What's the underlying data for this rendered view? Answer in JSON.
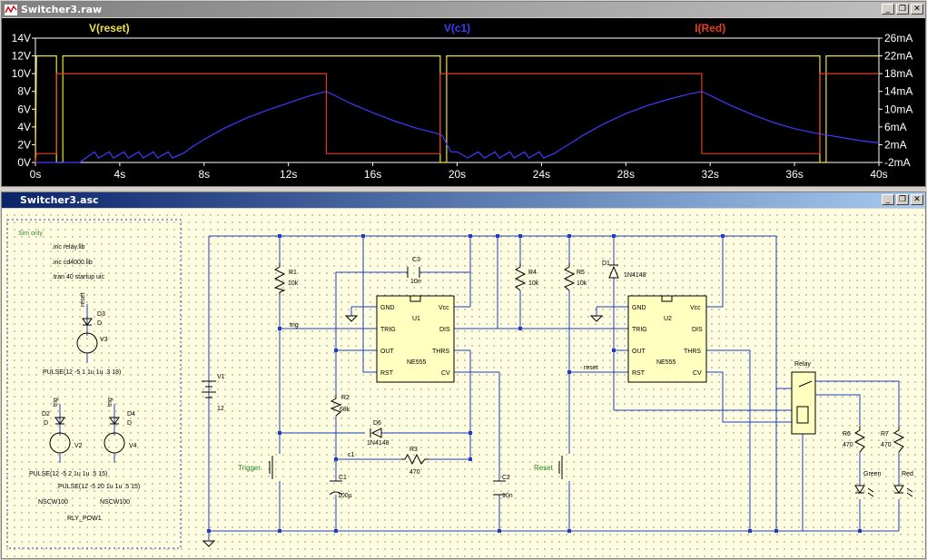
{
  "plot_window": {
    "title": "Switcher3.raw",
    "buttons": {
      "minimize": "_",
      "restore": "❐",
      "close": "✕"
    }
  },
  "schematic_window": {
    "title": "Switcher3.asc",
    "buttons": {
      "minimize": "_",
      "restore": "❐",
      "close": "✕"
    }
  },
  "colors": {
    "reset": "#f0e040",
    "c1": "#3c3cff",
    "red": "#e04020",
    "schematic_wire": "#1f3fbf",
    "component": "#000000"
  },
  "chart_data": {
    "type": "line",
    "x_ticks": [
      "0s",
      "4s",
      "8s",
      "12s",
      "16s",
      "20s",
      "24s",
      "28s",
      "32s",
      "36s",
      "40s"
    ],
    "y_left_ticks": [
      "0V",
      "2V",
      "4V",
      "6V",
      "8V",
      "10V",
      "12V",
      "14V"
    ],
    "y_right_ticks": [
      "-2mA",
      "2mA",
      "6mA",
      "10mA",
      "14mA",
      "18mA",
      "22mA",
      "26mA"
    ],
    "xlim": [
      0,
      40
    ],
    "ylim_left": [
      0,
      14
    ],
    "ylim_right": [
      -2,
      26
    ],
    "grid": false,
    "series": [
      {
        "name": "V(reset)",
        "color": "#f0e040",
        "axis": "left",
        "x": [
          0,
          0.05,
          1.0,
          1.0,
          1.3,
          1.3,
          19.2,
          19.2,
          19.5,
          19.5,
          37.2,
          37.2,
          37.5,
          37.5,
          40
        ],
        "y": [
          0,
          12,
          12,
          0,
          0,
          12,
          12,
          0,
          0,
          12,
          12,
          0,
          0,
          12,
          12
        ]
      },
      {
        "name": "V(c1)",
        "color": "#3c3cff",
        "axis": "left",
        "x": [
          0,
          2.1,
          2.8,
          3.0,
          3.5,
          3.7,
          4.2,
          4.4,
          4.9,
          5.1,
          5.6,
          5.8,
          6.3,
          6.5,
          7.0,
          7.4,
          8.0,
          9.0,
          10.0,
          11.0,
          12.0,
          13.0,
          13.8,
          15.0,
          16.0,
          17.0,
          18.0,
          19.0,
          19.3,
          19.7,
          20.0,
          20.5,
          21.0,
          21.3,
          21.8,
          22.0,
          22.5,
          22.7,
          23.2,
          23.4,
          23.9,
          24.1,
          24.6,
          25.0,
          26.0,
          27.0,
          28.0,
          29.0,
          30.0,
          31.0,
          31.6,
          33.0,
          34.0,
          35.0,
          36.0,
          37.0,
          38.0,
          39.0,
          40.0
        ],
        "y": [
          0,
          0,
          1.2,
          0.5,
          1.2,
          0.5,
          1.2,
          0.5,
          1.2,
          0.5,
          1.2,
          0.5,
          1.2,
          0.5,
          1.0,
          1.7,
          2.6,
          3.9,
          5.0,
          5.9,
          6.7,
          7.5,
          8.0,
          6.6,
          5.6,
          4.7,
          3.9,
          3.3,
          3.0,
          1.2,
          1.2,
          0.5,
          1.2,
          0.5,
          1.2,
          0.5,
          1.2,
          0.5,
          1.2,
          0.5,
          1.2,
          0.5,
          1.0,
          1.6,
          3.1,
          4.4,
          5.5,
          6.4,
          7.1,
          7.7,
          8.0,
          6.4,
          5.4,
          4.5,
          3.8,
          3.3,
          2.9,
          2.5,
          2.2
        ]
      },
      {
        "name": "I(Red)",
        "color": "#e04020",
        "axis": "right",
        "x": [
          0,
          0.05,
          1.0,
          1.0,
          13.8,
          13.8,
          19.2,
          19.2,
          31.6,
          31.6,
          37.2,
          37.2,
          40
        ],
        "y": [
          -2,
          0,
          0,
          18,
          18,
          0,
          0,
          18,
          18,
          0,
          0,
          18,
          18
        ]
      }
    ]
  },
  "schematic": {
    "directives": {
      "sim_only": "Sim only",
      "inc_relay": ".inc relay.lib",
      "inc_cd4000": ".inc cd4000.lib",
      "tran": ".tran 40 startup uic"
    },
    "sim_parts": {
      "d3": "D3",
      "d3_model": "D",
      "d3_net": "reset",
      "v3": "V3",
      "pulse_v3": "PULSE(12 -5 1 1u 1u .3 18)",
      "d2": "D2",
      "d2_model": "D",
      "d2_net": "trig",
      "v2": "V2",
      "d4": "D4",
      "d4_model": "D",
      "d4_net": "trig",
      "v4": "V4",
      "pulse_v2": "PULSE(12 -5 2 1u 1u .5 15)",
      "pulse_v4": ".PULSE(12 -5 20 1u 1u .5 15)",
      "nscw100_a": "NSCW100",
      "nscw100_b": "NSCW100",
      "rly_pow1": "RLY_POW1"
    },
    "labels": {
      "r1": "R1",
      "r1_val": "10k",
      "c3": "C3",
      "c3_val": "10n",
      "r4": "R4",
      "r4_val": "10k",
      "r5": "R5",
      "r5_val": "10k",
      "d1": "D1",
      "d1_model": "1N4148",
      "u1": "U1",
      "u2": "U2",
      "ne555_1": "NE555",
      "ne555_2": "NE555",
      "gnd1": "GND",
      "vcc1": "Vcc",
      "trig1": "TRIG",
      "dis1": "DIS",
      "out1": "OUT",
      "thrs1": "THRS",
      "rst1": "RST",
      "cv1": "CV",
      "gnd2": "GND",
      "vcc2": "Vcc",
      "trig2": "TRIG",
      "dis2": "DIS",
      "out2": "OUT",
      "thrs2": "THRS",
      "rst2": "RST",
      "cv2": "CV",
      "trig_net": "trig",
      "reset_net": "reset",
      "c1_net": "c1",
      "v1": "V1",
      "v1_val": "12",
      "r2": "R2",
      "r2_val": "68k",
      "d6": "D6",
      "d6_model": "1N4148",
      "r3": "R3",
      "r3_val": "470",
      "c1": "C1",
      "c1_val": "100µ",
      "c2": "C2",
      "c2_val": "10n",
      "trigger": "Trigger",
      "reset_sw": "Reset",
      "relay": "Relay",
      "r6": "R6",
      "r6_val": "470",
      "r7": "R7",
      "r7_val": "470",
      "green": "Green",
      "red": "Red"
    }
  }
}
